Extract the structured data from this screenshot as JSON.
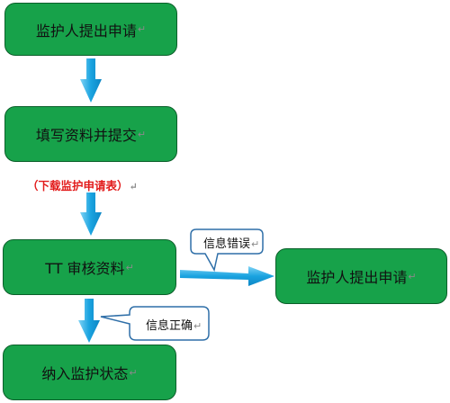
{
  "boxes": {
    "b1": "监护人提出申请",
    "b2": "填写资料并提交",
    "b3": "TT 审核资料",
    "b4": "监护人提出申请",
    "b5": "纳入监护状态"
  },
  "red_note": "（下载监护申请表）",
  "callouts": {
    "error": "信息错误",
    "correct": "信息正确"
  },
  "mark": "↵",
  "colors": {
    "box_fill": "#17a24a",
    "box_border": "#0b5f2a",
    "arrow_fill": "#29a8e0",
    "callout_border": "#2f6fa8",
    "red_text": "#e21b1b"
  }
}
